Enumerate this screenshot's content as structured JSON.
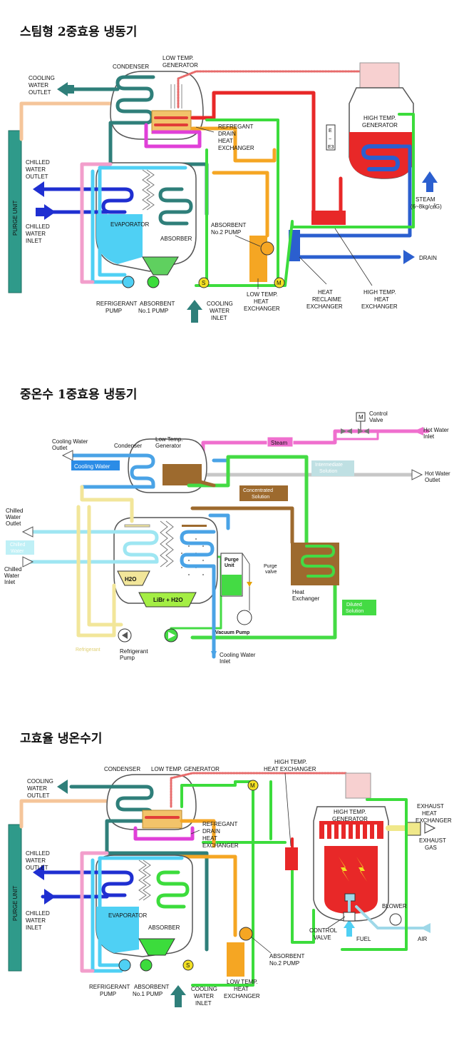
{
  "sections": [
    {
      "title": "스팀형 2중효용 냉동기",
      "labels": {
        "condenser": "CONDENSER",
        "low_temp_generator": [
          "LOW TEMP.",
          "GENERATOR"
        ],
        "cooling_water_outlet": [
          "COOLING",
          "WATER",
          "OUTLET"
        ],
        "purge_unit": "PURGE UNIT",
        "chilled_water_outlet": [
          "CHILLED",
          "WATER",
          "OUTLET"
        ],
        "chilled_water_inlet": [
          "CHILLED",
          "WATER",
          "INLET"
        ],
        "evaporator": "EVAPORATOR",
        "absorber": "ABSORBER",
        "refrigerant_drain_hx": [
          "REFREGANT",
          "DRAIN",
          "HEAT",
          "EXCHANGER"
        ],
        "absorbent_no2_pump": [
          "ABSORBENT",
          "No.2 PUMP"
        ],
        "high_temp_generator": [
          "HIGH TEMP.",
          "GENERATOR"
        ],
        "steam": [
          "STEAM",
          "(6~8kg/㎠G)"
        ],
        "drain": "DRAIN",
        "refrigerant_pump": [
          "REFRIGERANT",
          "PUMP"
        ],
        "absorbent_no1_pump": [
          "ABSORBENT",
          "No.1 PUMP"
        ],
        "cooling_water_inlet": [
          "COOLING",
          "WATER",
          "INLET"
        ],
        "low_temp_hx": [
          "LOW TEMP.",
          "HEAT",
          "EXCHANGER"
        ],
        "heat_reclaim_hx": [
          "HEAT",
          "RECLAIME",
          "EXCHANGER"
        ],
        "high_temp_hx": [
          "HIGH TEMP.",
          "HEAT",
          "EXCHANGER"
        ],
        "s_mark": "S",
        "m_mark": "M",
        "box_e": "E",
        "box_c": "~",
        "box_e3": "E3"
      }
    },
    {
      "title": "중온수 1중효용 냉동기",
      "labels": {
        "control_valve": [
          "Control",
          "Valve"
        ],
        "hot_water_inlet": [
          "Hot Water",
          "Inlet"
        ],
        "hot_water_outlet": [
          "Hot Water",
          "Outlet"
        ],
        "cooling_water_outlet": [
          "Cooling  Water",
          "Outlet"
        ],
        "condenser": "Condenser",
        "low_temp_generator": [
          "Low Temp.",
          "Generator"
        ],
        "cooling_water_tag": "Cooling Water",
        "steam_tag": "Steam",
        "intermediate_solution": [
          "Intermediate",
          "Solution"
        ],
        "concentrated_solution": [
          "Concentrated",
          "Solution"
        ],
        "chilled_water_outlet": [
          "Chilled",
          "Water",
          "Outlet"
        ],
        "chilled_water_tag": [
          "Chilled",
          "Water"
        ],
        "chilled_water_inlet": [
          "Chilled",
          "Water",
          "Inlet"
        ],
        "h2o": "H2O",
        "libr_h2o": "LiBr + H2O",
        "purge_unit": [
          "Purge",
          "Unit"
        ],
        "purge_valve": [
          "Purge",
          "valve"
        ],
        "heat_exchanger": [
          "Heat",
          "Exchanger"
        ],
        "diluted_solution": [
          "Diluted",
          "Solution"
        ],
        "refrigerant_tag": "Refrigerant",
        "refrigerant_pump": [
          "Refrigerant",
          "Pump"
        ],
        "vacuum_pump": "Vacuum Pump",
        "cooling_water_inlet": [
          "Cooling  Water",
          "Inlet"
        ],
        "m_mark": "M"
      }
    },
    {
      "title": "고효율 냉온수기",
      "labels": {
        "condenser": "CONDENSER",
        "low_temp_generator": "LOW TEMP.  GENERATOR",
        "high_temp_hx": [
          "HIGH TEMP.",
          "HEAT EXCHANGER"
        ],
        "cooling_water_outlet": [
          "COOLING",
          "WATER",
          "OUTLET"
        ],
        "purge_unit": "PURGE UNIT",
        "refrigerant_drain_hx": [
          "REFREGANT",
          "DRAIN",
          "HEAT",
          "EXCHANGER"
        ],
        "high_temp_generator": [
          "HIGH TEMP.",
          "GENERATOR"
        ],
        "exhaust_hx": [
          "EXHAUST",
          "HEAT",
          "EXCHANGER"
        ],
        "exhaust_gas": [
          "EXHAUST",
          "GAS"
        ],
        "chilled_water_outlet": [
          "CHILLED",
          "WATER",
          "OUTLET"
        ],
        "chilled_water_inlet": [
          "CHILLED",
          "WATER",
          "INLET"
        ],
        "evaporator": "EVAPORATOR",
        "absorber": "ABSORBER",
        "blower": "BLOWER",
        "control_valve": [
          "CONTROL",
          "VALVE"
        ],
        "fuel": "FUEL",
        "air": "AIR",
        "absorbent_no2_pump": [
          "ABSORBENT",
          "No.2 PUMP"
        ],
        "refrigerant_pump": [
          "REFRIGERANT",
          "PUMP"
        ],
        "absorbent_no1_pump": [
          "ABSORBENT",
          "No.1 PUMP"
        ],
        "cooling_water_inlet": [
          "COOLING",
          "WATER",
          "INLET"
        ],
        "low_temp_hx": [
          "LOW TEMP.",
          "HEAT",
          "EXCHANGER"
        ],
        "s_mark": "S",
        "m_mark": "M"
      }
    }
  ]
}
